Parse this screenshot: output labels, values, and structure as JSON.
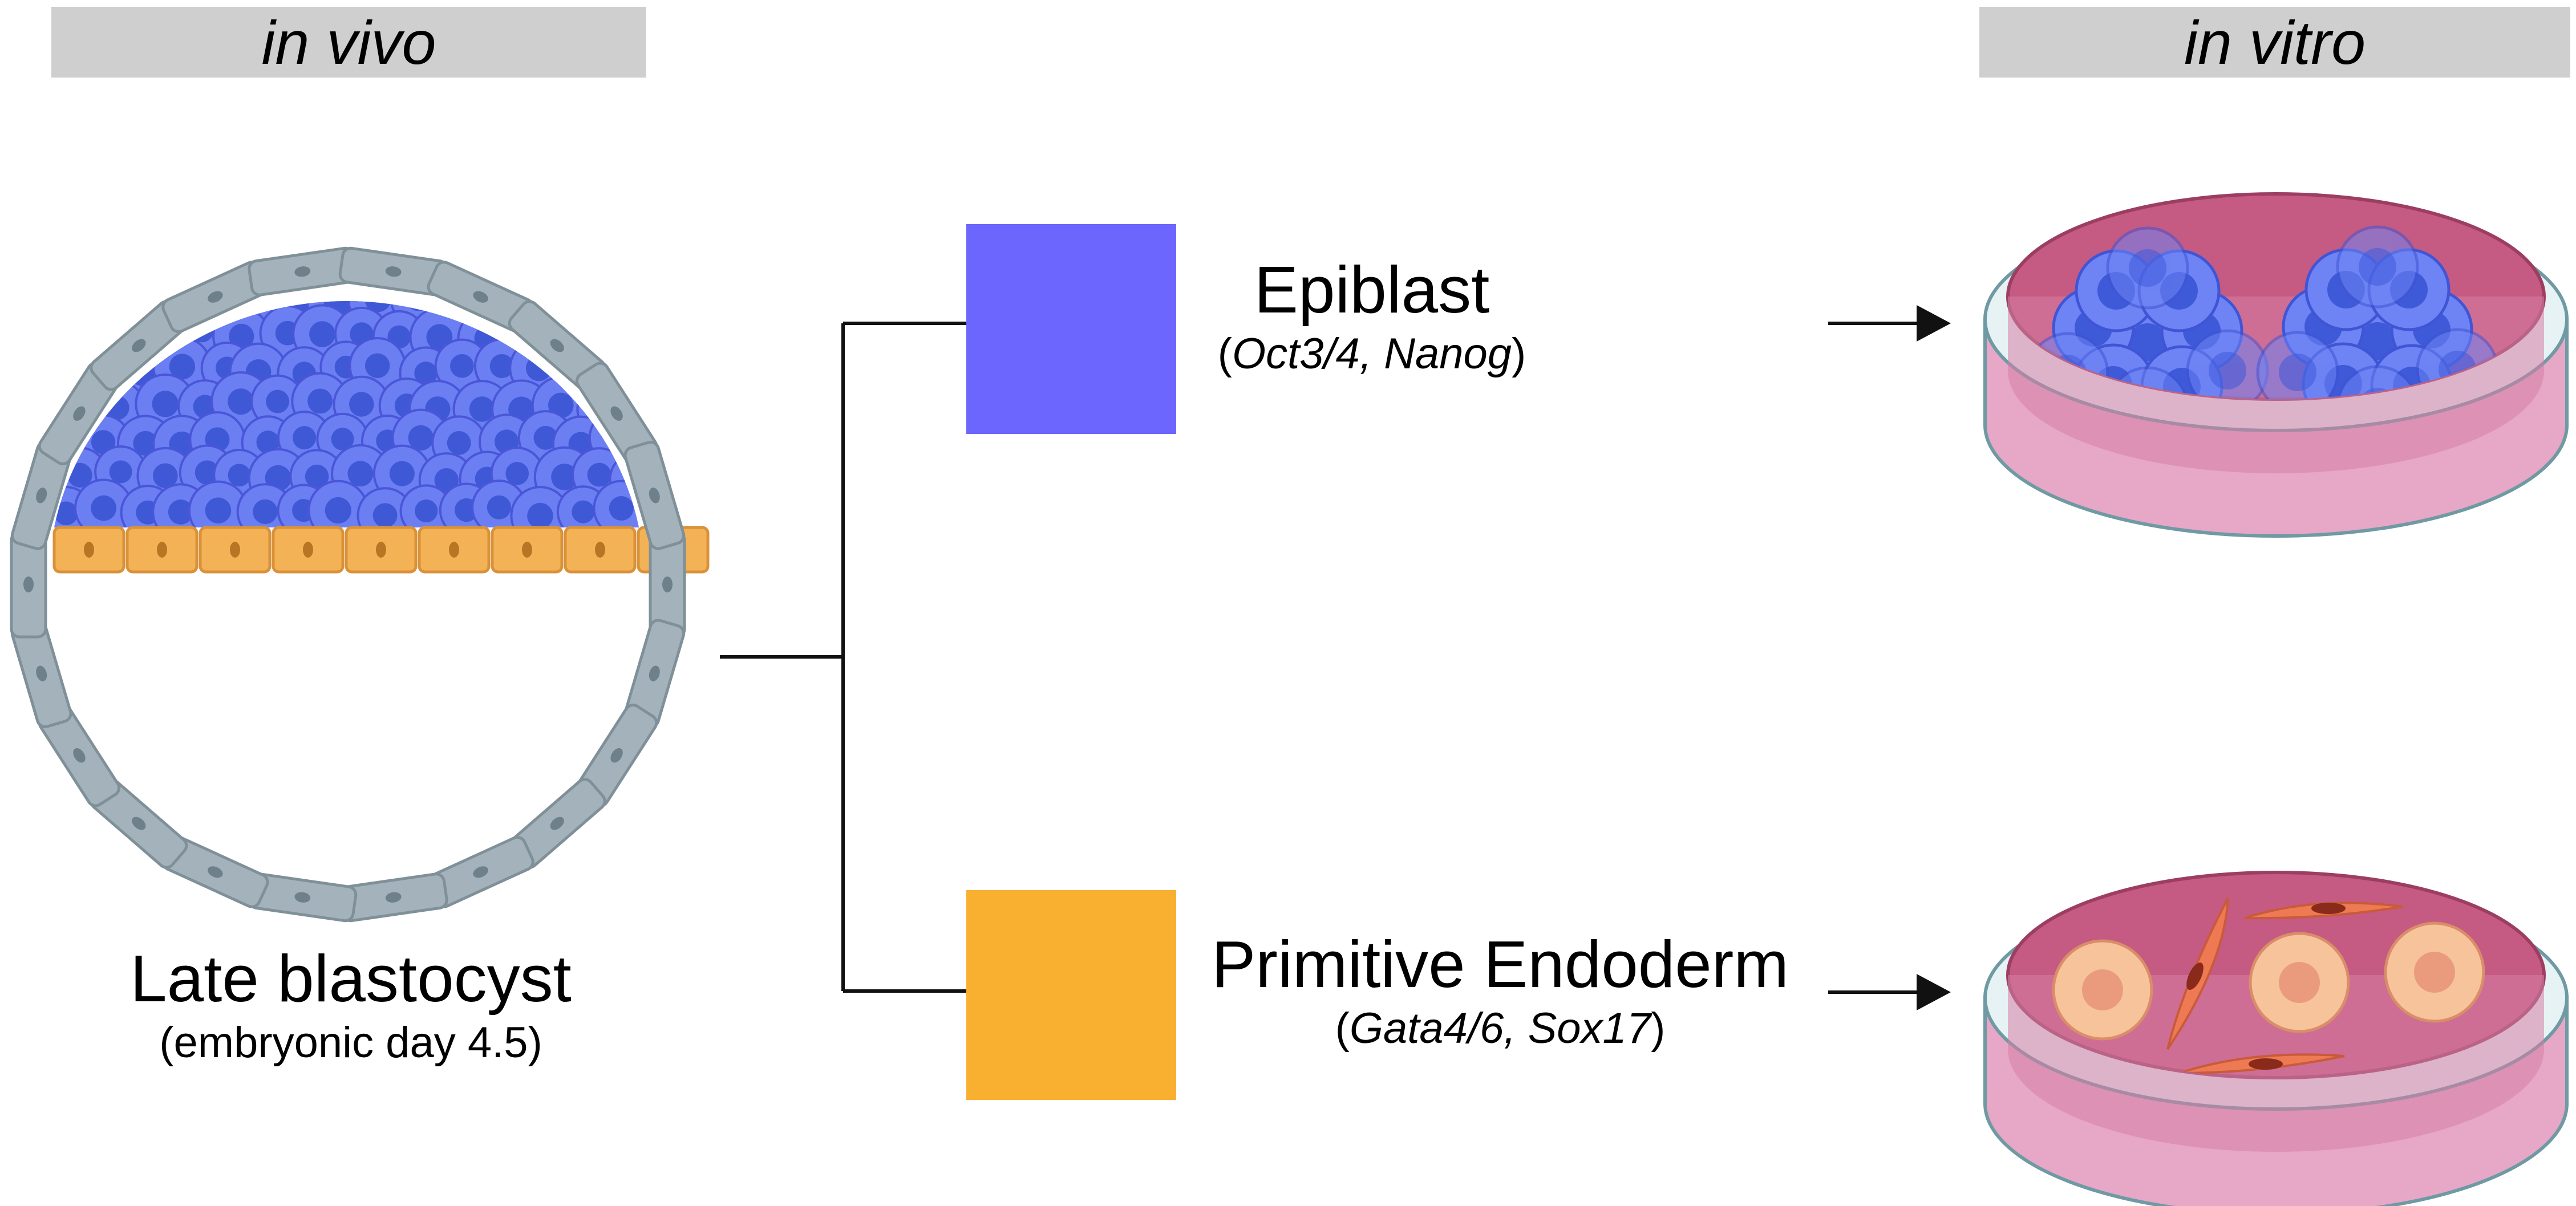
{
  "headers": {
    "left": "in vivo",
    "right": "in vitro"
  },
  "blastocyst": {
    "title": "Late blastocyst",
    "subtitle": "(embryonic day 4.5)"
  },
  "lineages": [
    {
      "name": "Epiblast",
      "markers_open": "(",
      "markers": "Oct3/4, Nanog",
      "markers_close": ")",
      "color": "#6c66fe"
    },
    {
      "name": "Primitive Endoderm",
      "markers_open": "(",
      "markers": "Gata4/6, Sox17",
      "markers_close": ")",
      "color": "#f9b030"
    }
  ],
  "colors": {
    "trophectoderm": "#a4b3bb",
    "epiblast_cell": "#6b7ff3",
    "primitive_endoderm_cell": "#f4b257",
    "culture_medium": "#c55a82",
    "dish_rim": "#e8f2f3"
  }
}
